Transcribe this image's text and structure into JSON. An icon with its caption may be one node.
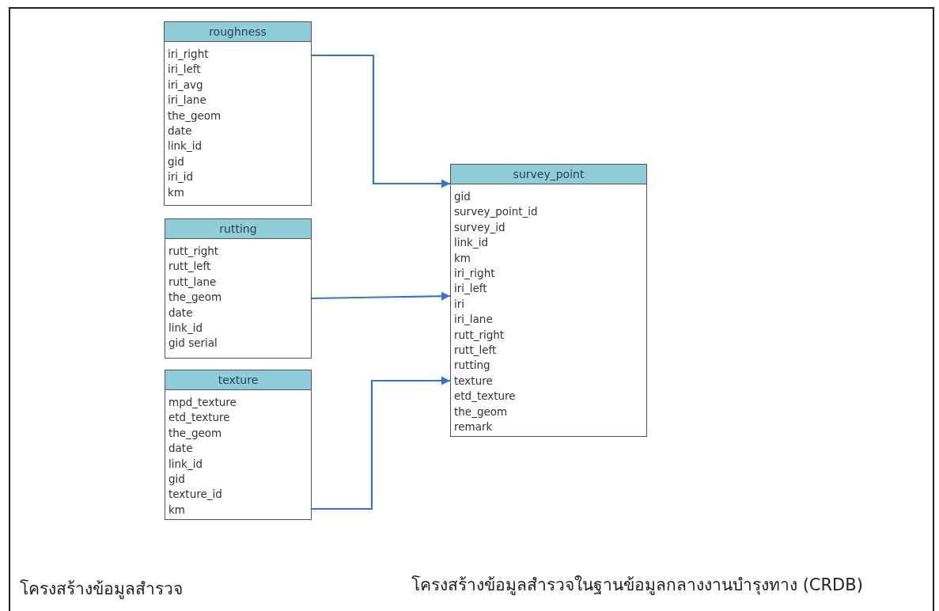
{
  "diagram": {
    "nodes": [
      {
        "text": [
          "roughness",
          "iri_right",
          "iri_left",
          "iri_avg",
          "iri_lane",
          "the_geom",
          "date",
          "link_id",
          "gid",
          "iri_id",
          "km"
        ]
      },
      {
        "text": [
          "rutting",
          "rutt_right",
          "rutt_left",
          "rutt_lane",
          "the_geom",
          "date",
          "link_id",
          "gid serial"
        ]
      },
      {
        "text": [
          "texture",
          "mpd_texture",
          "etd_texture",
          "the_geom",
          "date",
          "link_id",
          "gid",
          "texture_id",
          "km"
        ]
      },
      {
        "text": [
          "survey_point",
          "gid",
          "survey_point_id",
          "survey_id",
          "link_id",
          "km",
          "iri_right",
          "iri_left",
          "iri",
          "iri_lane",
          "rutt_right",
          "rutt_left",
          "rutting",
          "texture",
          "etd_texture",
          "the_geom",
          "remark"
        ]
      }
    ],
    "edges": [
      {
        "from": 0,
        "to": 3,
        "arrow": "to"
      },
      {
        "from": 1,
        "to": 3,
        "arrow": "to"
      },
      {
        "from": 2,
        "to": 3,
        "arrow": "to"
      }
    ],
    "labels": [
      "โครงสร้างข้อมูลสำรวจ",
      "โครงสร้างข้อมูลสำรวจในฐานข้อมูลกลางงานบำรุงทาง (CRDB)"
    ]
  }
}
